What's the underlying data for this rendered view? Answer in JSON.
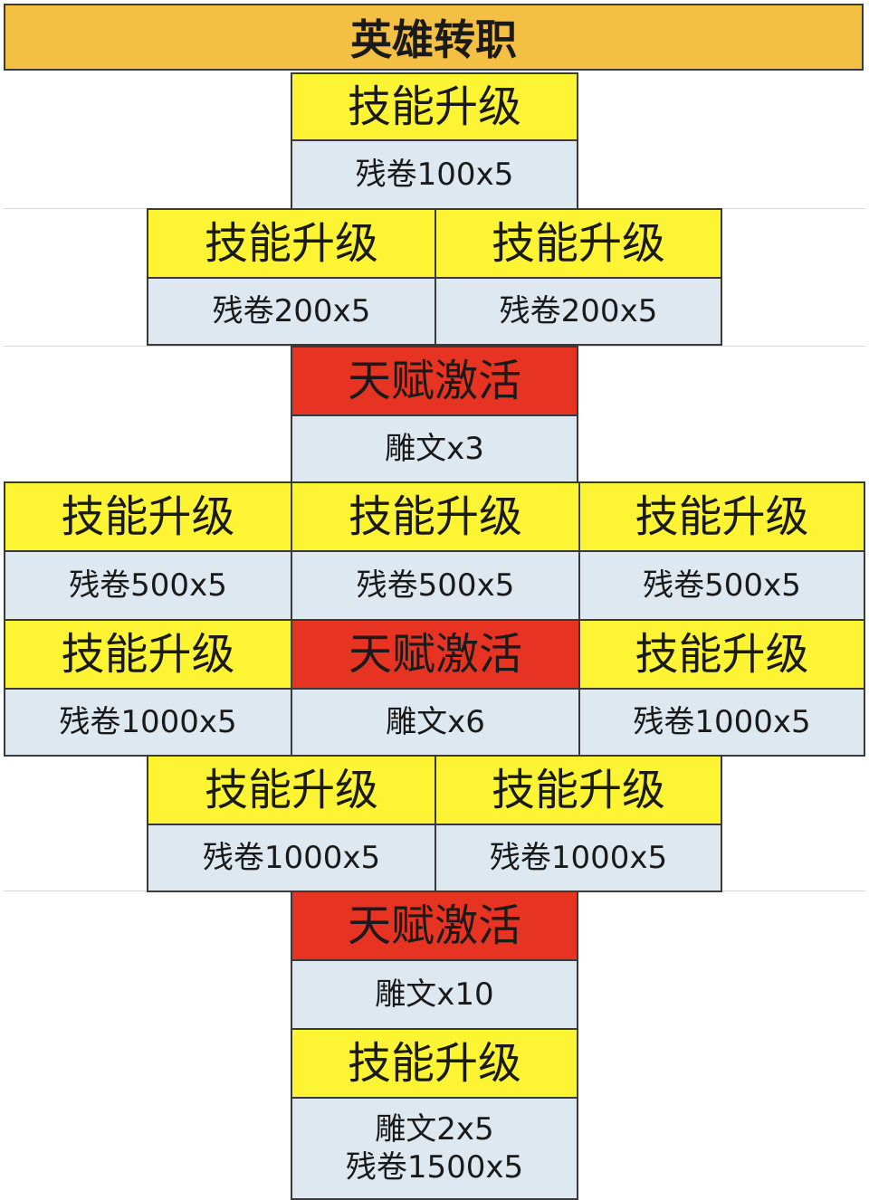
{
  "title": "英雄转职",
  "colors": {
    "title_bg": "#f4c043",
    "skill_bg": "#fdf534",
    "talent_bg": "#e63322",
    "cost_bg": "#dde8f0"
  },
  "labels": {
    "skill": "技能升级",
    "talent": "天赋激活"
  },
  "costs": {
    "c100": "残卷100x5",
    "c200": "残卷200x5",
    "c500": "残卷500x5",
    "c1000": "残卷1000x5",
    "g3": "雕文x3",
    "g6": "雕文x6",
    "g10": "雕文x10",
    "final_line1": "雕文2x5",
    "final_line2": "残卷1500x5"
  }
}
